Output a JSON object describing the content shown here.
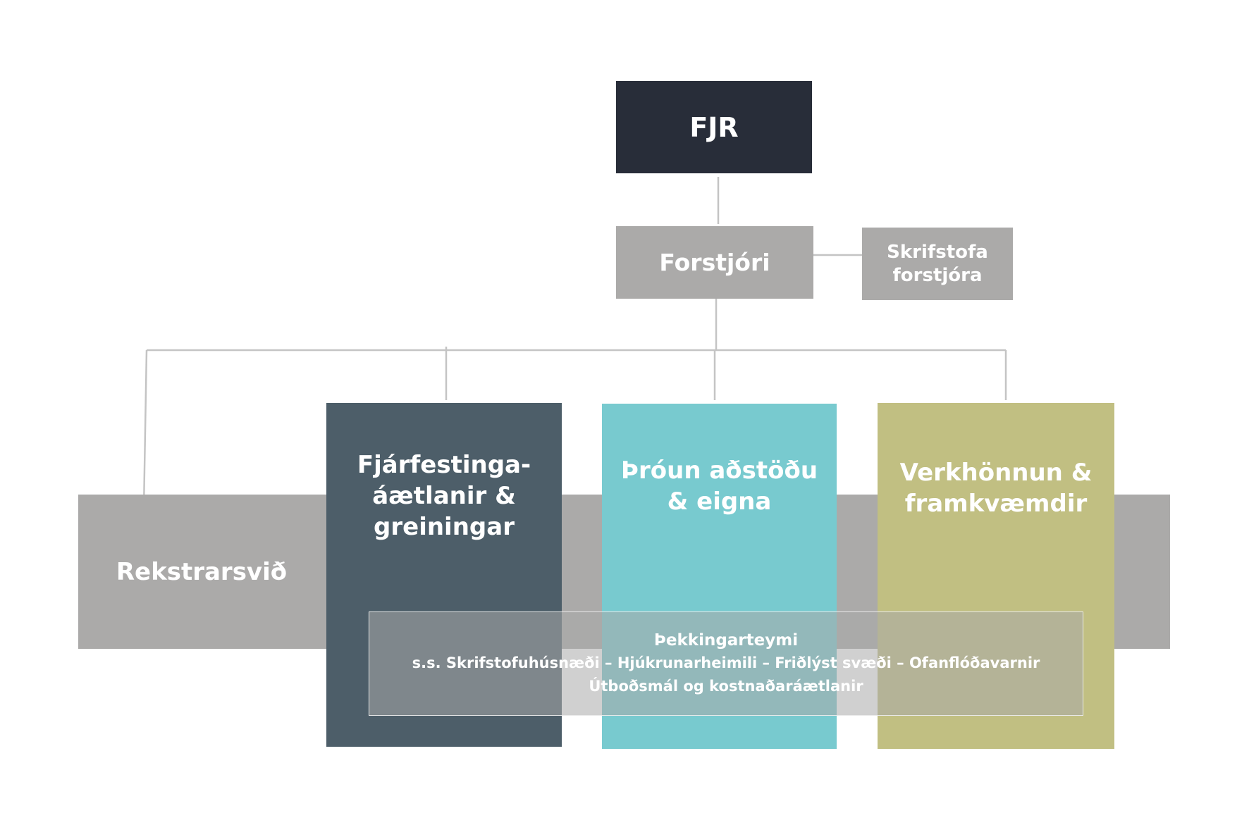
{
  "org_chart": {
    "root": {
      "label": "FJR"
    },
    "director": {
      "label": "Forstjóri"
    },
    "director_office": {
      "label": "Skrifstofa\nforstjóra"
    },
    "divisions": [
      {
        "id": "rekstrar",
        "label": "Rekstrarsvið",
        "color": "#abaaa9"
      },
      {
        "id": "fjarfesting",
        "label": "Fjárfestinga-\náætlanir &\ngreiningar",
        "color": "#4d5e69"
      },
      {
        "id": "throun",
        "label": "Þróun aðstöðu\n& eigna",
        "color": "#78cacf"
      },
      {
        "id": "verk",
        "label": "Verkhönnun &\nframkvæmdir",
        "color": "#c1bf82"
      }
    ],
    "knowledge_team": {
      "title": "Þekkingarteymi",
      "line1": "s.s.  Skrifstofuhúsnæði – Hjúkrunarheimili – Friðlýst svæði – Ofanflóðavarnir",
      "line2": "Útboðsmál og kostnaðaráætlanir"
    },
    "colors": {
      "root": "#282d39",
      "grey_box": "#abaaa9",
      "connector": "#bdbdbd"
    }
  }
}
